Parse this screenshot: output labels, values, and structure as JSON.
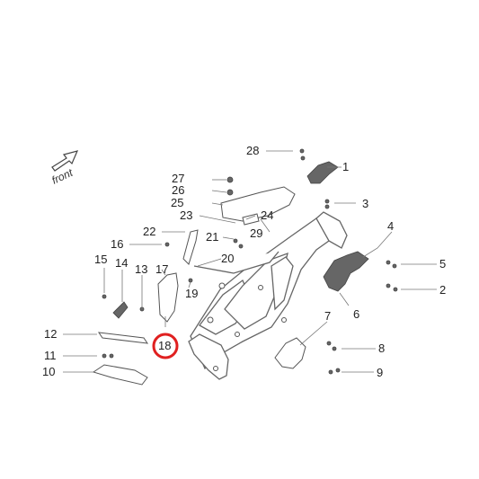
{
  "direction_label": "front",
  "callouts": [
    "1",
    "2",
    "3",
    "4",
    "5",
    "6",
    "7",
    "8",
    "9",
    "10",
    "11",
    "12",
    "13",
    "14",
    "15",
    "16",
    "17",
    "18",
    "19",
    "20",
    "21",
    "22",
    "23",
    "24",
    "25",
    "26",
    "27",
    "28",
    "29"
  ],
  "highlighted_callout": "18",
  "colors": {
    "highlight": "#e02020",
    "line": "#666666",
    "background": "#ffffff"
  }
}
